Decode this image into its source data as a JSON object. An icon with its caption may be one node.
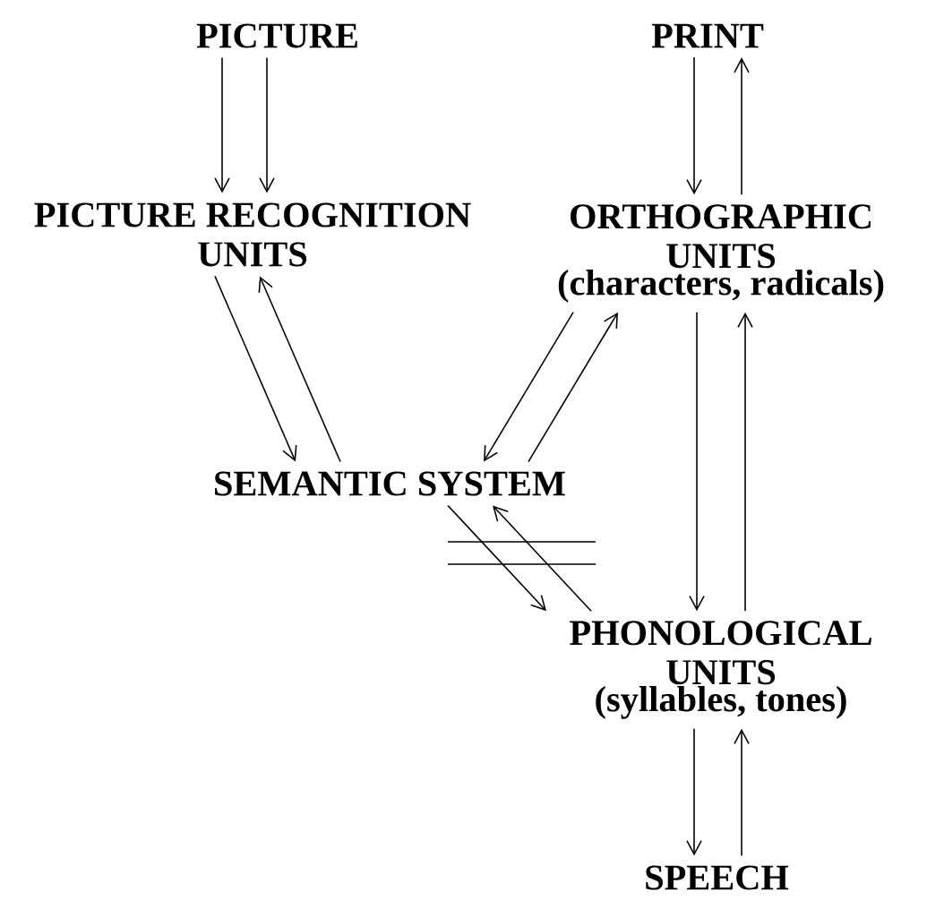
{
  "diagram": {
    "nodes": [
      {
        "text": [
          "PICTURE"
        ]
      },
      {
        "text": [
          "PRINT"
        ]
      },
      {
        "text": [
          "PICTURE RECOGNITION UNITS"
        ]
      },
      {
        "text": [
          "ORTHOGRAPHIC UNITS",
          "(characters, radicals)"
        ]
      },
      {
        "text": [
          "SEMANTIC SYSTEM"
        ]
      },
      {
        "text": [
          "PHONOLOGICAL UNITS",
          "(syllables, tones)"
        ]
      },
      {
        "text": [
          "SPEECH"
        ]
      }
    ],
    "edges": [
      {
        "from": 0,
        "to": 2,
        "arrow": "to"
      },
      {
        "from": 0,
        "to": 2,
        "arrow": "to"
      },
      {
        "from": 1,
        "to": 3,
        "arrow": "to"
      },
      {
        "from": 3,
        "to": 1,
        "arrow": "to"
      },
      {
        "from": 2,
        "to": 4,
        "arrow": "to"
      },
      {
        "from": 4,
        "to": 2,
        "arrow": "to"
      },
      {
        "from": 3,
        "to": 4,
        "arrow": "to"
      },
      {
        "from": 4,
        "to": 3,
        "arrow": "to"
      },
      {
        "from": 3,
        "to": 5,
        "arrow": "to"
      },
      {
        "from": 5,
        "to": 3,
        "arrow": "to"
      },
      {
        "from": 4,
        "to": 5,
        "arrow": "to"
      },
      {
        "from": 5,
        "to": 4,
        "arrow": "to"
      },
      {
        "from": 5,
        "to": 6,
        "arrow": "to"
      },
      {
        "from": 6,
        "to": 5,
        "arrow": "to"
      }
    ]
  }
}
